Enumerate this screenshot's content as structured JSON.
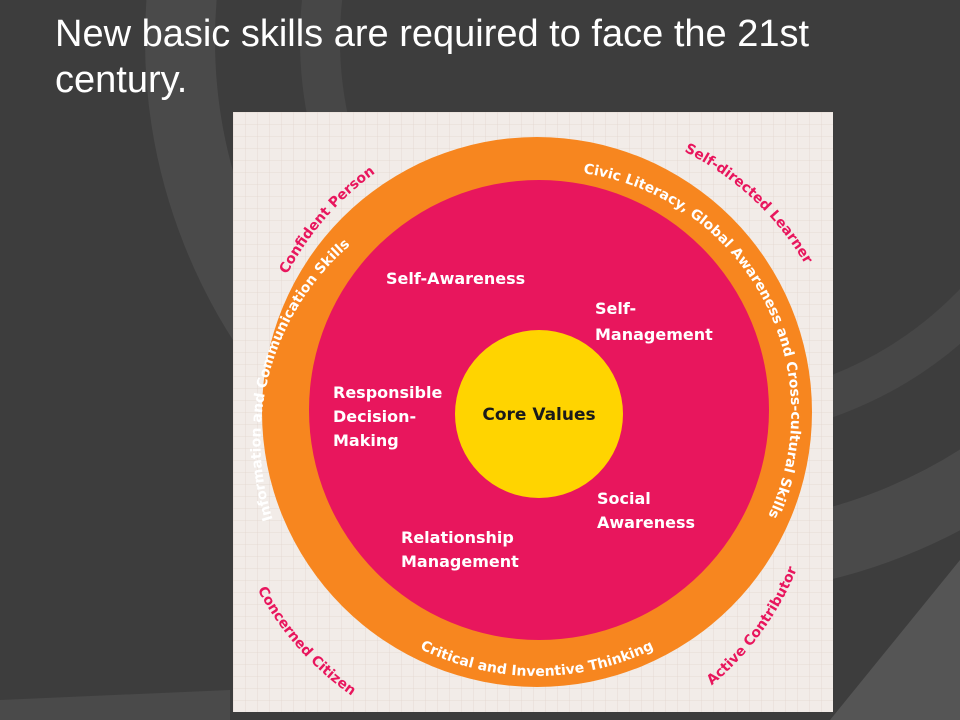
{
  "slide": {
    "title_line1": "New basic skills are required to face the 21st",
    "title_line2": "century."
  },
  "colors": {
    "background": "#3d3d3d",
    "outer_ring": "#f7861f",
    "middle_circle": "#e8165d",
    "core_circle": "#ffd400",
    "grid_background": "#f2ece8",
    "text": "#ffffff"
  },
  "diagram": {
    "core": "Core Values",
    "competencies": {
      "self_awareness": "Self-Awareness",
      "self_management_1": "Self-",
      "self_management_2": "Management",
      "responsible_1": "Responsible",
      "responsible_2": "Decision-",
      "responsible_3": "Making",
      "social_1": "Social",
      "social_2": "Awareness",
      "relationship_1": "Relationship",
      "relationship_2": "Management"
    },
    "ring_skills": {
      "information": "Information and Communication Skills",
      "civic": "Civic Literacy, Global Awareness and Cross-cultural Skills",
      "critical": "Critical and Inventive Thinking"
    },
    "outcomes": {
      "confident": "Confident Person",
      "self_directed": "Self-directed Learner",
      "concerned": "Concerned Citizen",
      "active": "Active Contributor"
    }
  }
}
